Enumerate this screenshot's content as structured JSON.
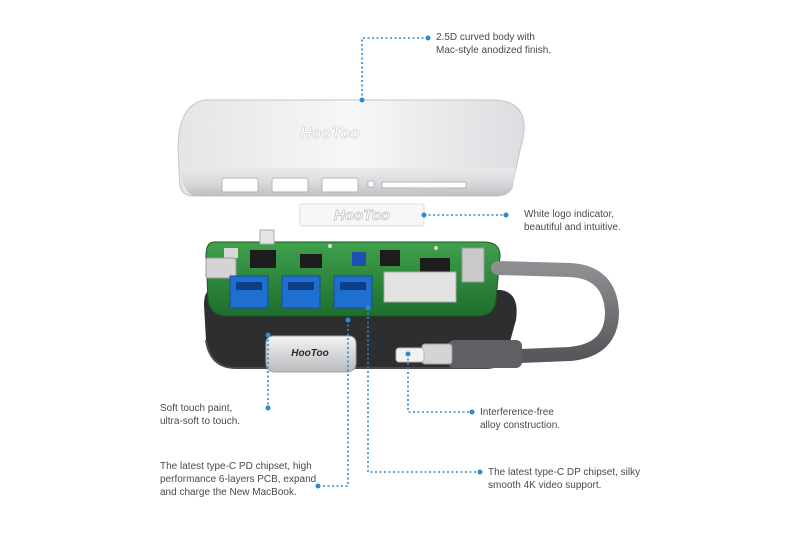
{
  "brand": {
    "logo_text": "HooToo",
    "accent_color": "#2a8bd6"
  },
  "callouts": {
    "curved_body": {
      "line1": "2.5D curved body with",
      "line2": "Mac-style anodized finish."
    },
    "logo_indicator": {
      "line1": "White logo indicator,",
      "line2": "beautiful and intuitive."
    },
    "soft_touch": {
      "line1": "Soft touch paint,",
      "line2": "ultra-soft to touch."
    },
    "interference": {
      "line1": "Interference-free",
      "line2": "alloy construction."
    },
    "pd_chipset": {
      "line1": "The latest type-C PD chipset, high",
      "line2": "performance 6-layers PCB, expand",
      "line3": "and charge the New MacBook."
    },
    "dp_chipset": {
      "line1": "The latest type-C DP chipset, silky",
      "line2": "smooth 4K video support."
    }
  }
}
